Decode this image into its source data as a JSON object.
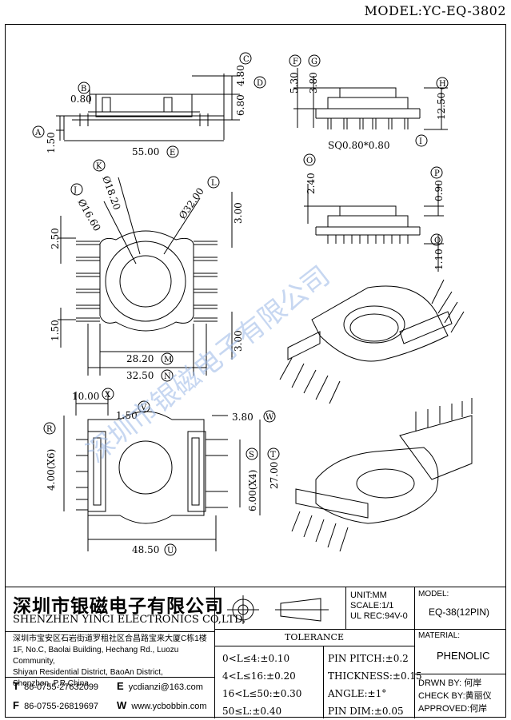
{
  "header": {
    "model_line": "MODEL:YC-EQ-3802"
  },
  "dimensions": {
    "d_480": "4.80",
    "d_C": "C",
    "d_680": "6.80",
    "d_D": "D",
    "d_B": "B",
    "d_080": "0.80",
    "d_A": "A",
    "d_150a": "1.50",
    "d_5500": "55.00",
    "d_E": "E",
    "d_F": "F",
    "d_G": "G",
    "d_530": "5.30",
    "d_380a": "3.80",
    "d_H": "H",
    "d_1250": "12.50",
    "d_sq": "SQ0.80*0.80",
    "d_I": "I",
    "d_O": "O",
    "d_240": "2.40",
    "d_P": "P",
    "d_090": "0.90",
    "d_110": "1.10",
    "d_Q": "Q",
    "d_K": "K",
    "d_1820": "Ø18.20",
    "d_J": "J",
    "d_1660": "Ø16.60",
    "d_L": "L",
    "d_3200": "Ø32.00",
    "d_250": "2.50",
    "d_300a": "3.00",
    "d_150b": "1.50",
    "d_300b": "3.00",
    "d_2820": "28.20",
    "d_M": "M",
    "d_3250": "32.50",
    "d_N": "N",
    "d_1000": "10.00",
    "d_X": "X",
    "d_150c": "1.50",
    "d_V": "V",
    "d_380b": "3.80",
    "d_W": "W",
    "d_R": "R",
    "d_400x6": "4.00(X6)",
    "d_S": "S",
    "d_600x4": "6.00(X4)",
    "d_2700": "27.00",
    "d_T": "T",
    "d_4850": "48.50",
    "d_U": "U"
  },
  "watermark": {
    "text": "深圳市银磁电子有限公司"
  },
  "title_block": {
    "company_cn": "深圳市银磁电子有限公司",
    "company_en": "SHENZHEN YINCI ELECTRONICS CO,LTD.",
    "address": [
      "深圳市宝安区石岩街道罗租社区合昌路宝来大厦C栋1楼",
      "1F, No.C, Baolai Building, Hechang Rd., Luozu Community,",
      "Shiyan Residential District, BaoAn District,",
      "Shenzhen, P.R.China"
    ],
    "tel_label": "T",
    "tel": "86-0755-27632099",
    "fax_label": "F",
    "fax": "86-0755-26819697",
    "email_label": "E",
    "email": "ycdianzi@163.com",
    "web_label": "W",
    "web": "www.ycbobbin.com",
    "unit": "UNIT:MM",
    "scale": "SCALE:1/1",
    "ul": "UL REC:94V-0",
    "model_label": "MODEL:",
    "model_value": "EQ-38(12PIN)",
    "tolerance_title": "TOLERANCE",
    "tol_left": [
      "0<L≤4:±0.10",
      "4<L≤16:±0.20",
      "16<L≤50:±0.30",
      "50≤L:±0.40"
    ],
    "tol_right": [
      "PIN PITCH:±0.2",
      "THICKNESS:±0.15",
      "ANGLE:±1°",
      "PIN DIM:±0.05"
    ],
    "material_label": "MATERIAL:",
    "material_value": "PHENOLIC",
    "drawn": "DRWN BY: 何岸",
    "check": "CHECK BY:黄丽仪",
    "approved": "APPROVED:何岸"
  }
}
